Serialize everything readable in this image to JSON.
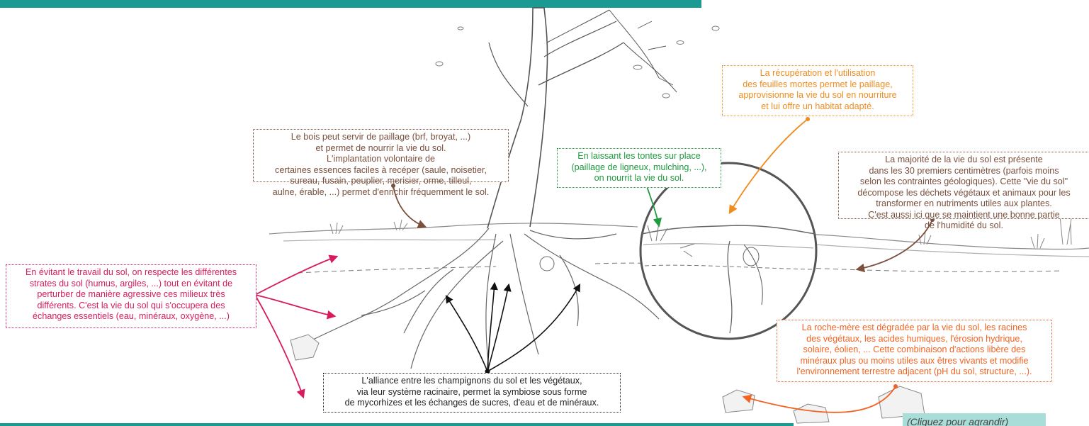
{
  "colors": {
    "teal": "#1a9a93",
    "brown": "#7a4f3c",
    "green": "#1f9a3e",
    "orange": "#f08c1e",
    "crimson": "#d81b5f",
    "black": "#222222",
    "darkorange": "#f26322",
    "enlarge_bg": "#a8ddd8"
  },
  "notes": {
    "wood": {
      "lines": [
        "Le bois peut servir de paillage (brf, broyat, ...)",
        "et permet de nourrir la vie du sol.",
        "L'implantation volontaire de",
        "certaines essences faciles à recéper (saule, noisetier,",
        "sureau, fusain, peuplier, merisier, orme, tilleul,",
        "aulne, érable, ...) permet d'enrichir fréquemment le sol."
      ]
    },
    "mowing": {
      "lines": [
        "En laissant les tontes sur place",
        "(paillage de ligneux, mulching, ...),",
        "on nourrit la vie du sol."
      ]
    },
    "leaves": {
      "lines": [
        "La récupération et l'utilisation",
        "des feuilles mortes permet le paillage,",
        "approvisionne la vie du sol en nourriture",
        "et lui offre un habitat adapté."
      ]
    },
    "soil_life": {
      "lines": [
        "La majorité de la vie du sol est présente",
        "dans les 30 premiers centimètres (parfois moins",
        "selon les contraintes géologiques). Cette \"vie du sol\"",
        "décompose les déchets végétaux et animaux pour les",
        "transformer en nutriments utiles aux plantes.",
        "C'est aussi ici que se maintient une bonne partie",
        "de l'humidité du sol."
      ]
    },
    "tillage": {
      "lines": [
        "En évitant le travail du sol, on respecte les différentes",
        "strates du sol (humus, argiles, ...) tout en évitant de",
        "perturber de manière agressive ces milieux très",
        "différents. C'est la vie du sol qui  s'occupera des",
        "échanges essentiels (eau, minéraux, oxygène, ...)"
      ]
    },
    "mycorrhiza": {
      "lines": [
        "L'alliance entre les champignons du sol et les végétaux,",
        "via leur système racinaire, permet la symbiose sous forme",
        "de mycorhizes et les échanges de sucres, d'eau et de minéraux."
      ]
    },
    "bedrock": {
      "lines": [
        "La roche-mère est dégradée par la vie du sol, les racines",
        "des végétaux, les acides humiques, l'érosion hydrique,",
        "solaire, éolien, ... Cette combinaison d'actions libère des",
        "minéraux plus ou moins utiles aux êtres vivants et modifie",
        "l'environnement terrestre adjacent (pH du sol, structure, ...)."
      ]
    }
  },
  "enlarge_label": "(Cliquez pour agrandir)"
}
